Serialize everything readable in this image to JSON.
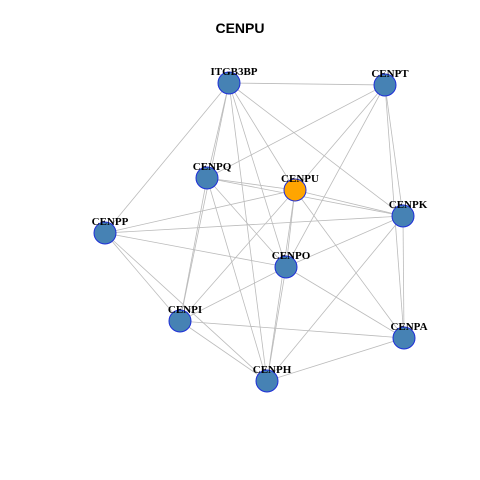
{
  "title": "CENPU",
  "colors": {
    "node_fill": "#4682B4",
    "node_stroke": "#1E2ED8",
    "hub_fill": "#FFA500",
    "edge": "#BBBBBB"
  },
  "network": {
    "hub": "CENPU",
    "nodes": [
      "CENPU",
      "ITGB3BP",
      "CENPT",
      "CENPQ",
      "CENPK",
      "CENPP",
      "CENPO",
      "CENPI",
      "CENPA",
      "CENPH"
    ],
    "edges": [
      [
        "ITGB3BP",
        "CENPT"
      ],
      [
        "ITGB3BP",
        "CENPP"
      ],
      [
        "ITGB3BP",
        "CENPQ"
      ],
      [
        "ITGB3BP",
        "CENPU"
      ],
      [
        "ITGB3BP",
        "CENPK"
      ],
      [
        "ITGB3BP",
        "CENPO"
      ],
      [
        "ITGB3BP",
        "CENPI"
      ],
      [
        "ITGB3BP",
        "CENPH"
      ],
      [
        "CENPT",
        "CENPQ"
      ],
      [
        "CENPT",
        "CENPU"
      ],
      [
        "CENPT",
        "CENPK"
      ],
      [
        "CENPT",
        "CENPO"
      ],
      [
        "CENPT",
        "CENPA"
      ],
      [
        "CENPQ",
        "CENPU"
      ],
      [
        "CENPQ",
        "CENPK"
      ],
      [
        "CENPQ",
        "CENPO"
      ],
      [
        "CENPQ",
        "CENPI"
      ],
      [
        "CENPQ",
        "CENPH"
      ],
      [
        "CENPU",
        "CENPP"
      ],
      [
        "CENPU",
        "CENPK"
      ],
      [
        "CENPU",
        "CENPO"
      ],
      [
        "CENPU",
        "CENPI"
      ],
      [
        "CENPU",
        "CENPA"
      ],
      [
        "CENPU",
        "CENPH"
      ],
      [
        "CENPP",
        "CENPK"
      ],
      [
        "CENPP",
        "CENPO"
      ],
      [
        "CENPP",
        "CENPI"
      ],
      [
        "CENPP",
        "CENPH"
      ],
      [
        "CENPK",
        "CENPO"
      ],
      [
        "CENPK",
        "CENPA"
      ],
      [
        "CENPK",
        "CENPH"
      ],
      [
        "CENPO",
        "CENPI"
      ],
      [
        "CENPO",
        "CENPA"
      ],
      [
        "CENPO",
        "CENPH"
      ],
      [
        "CENPI",
        "CENPA"
      ],
      [
        "CENPI",
        "CENPH"
      ],
      [
        "CENPA",
        "CENPH"
      ]
    ]
  }
}
